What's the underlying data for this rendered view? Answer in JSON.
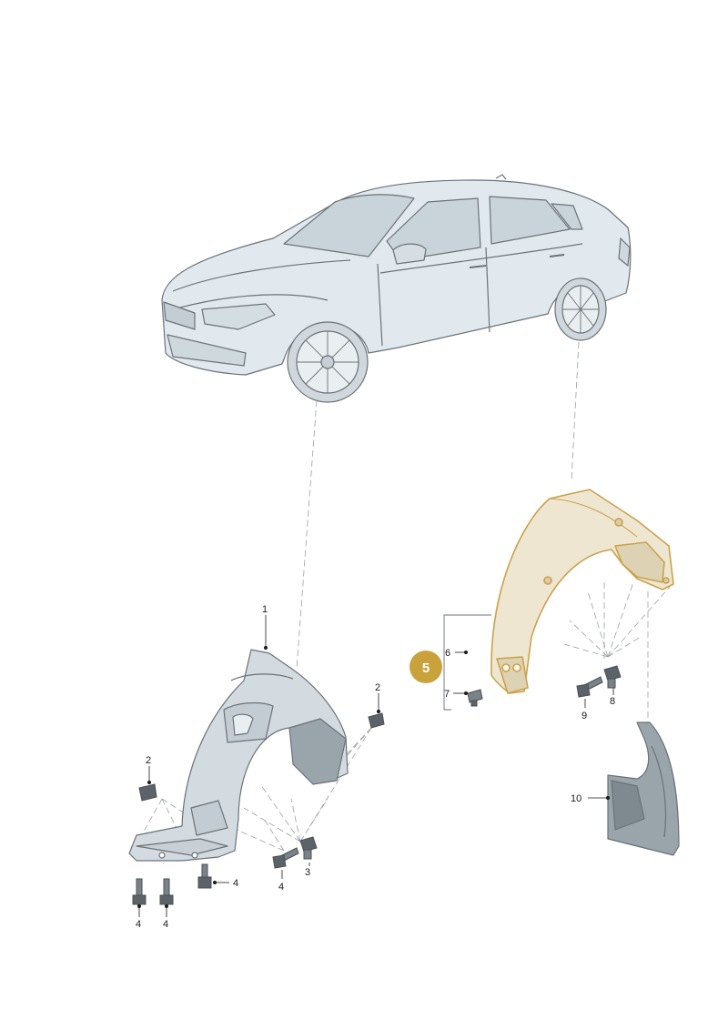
{
  "callouts": {
    "c1": "1",
    "c2a": "2",
    "c2b": "2",
    "c3": "3",
    "c4a": "4",
    "c4b": "4",
    "c4c": "4",
    "c4d": "4",
    "c5": "5",
    "c6": "6",
    "c7": "7",
    "c8": "8",
    "c9": "9",
    "c10": "10"
  },
  "colors": {
    "outline": "#6b7278",
    "car_fill": "#e1e9ee",
    "liner_fill": "#d3dbe0",
    "liner_dark": "#9aa4ab",
    "highlight_fill": "#efe6d2",
    "highlight_stroke": "#caa24a",
    "badge": "#c9a23c",
    "guide": "#9aa0a6"
  }
}
